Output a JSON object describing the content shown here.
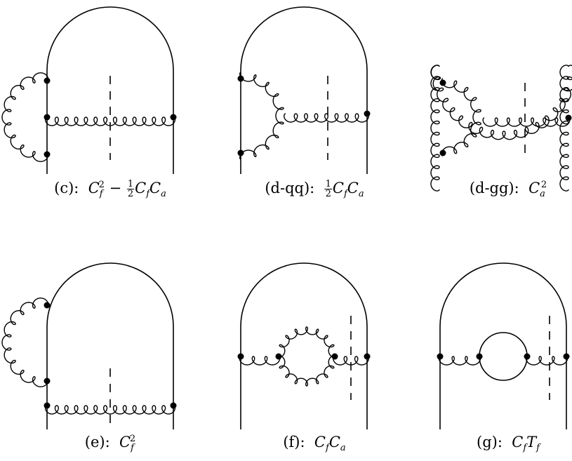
{
  "panels": [
    {
      "id": "c",
      "label": "(c):",
      "factor": "C_f^2 − ½ C_f C_a"
    },
    {
      "id": "d-qq",
      "label": "(d-qq):",
      "factor": "½ C_f C_a"
    },
    {
      "id": "d-gg",
      "label": "(d-gg):",
      "factor": "C_a^2"
    },
    {
      "id": "e",
      "label": "(e):",
      "factor": "C_f^2"
    },
    {
      "id": "f",
      "label": "(f):",
      "factor": "C_f C_a"
    },
    {
      "id": "g",
      "label": "(g):",
      "factor": "C_f T_f"
    }
  ],
  "captions": {
    "c_label": "(c):",
    "dqq_label": "(d-qq):",
    "dgg_label": "(d-gg):",
    "e_label": "(e):",
    "f_label": "(f):",
    "g_label": "(g):"
  },
  "symbols": {
    "C": "C",
    "T": "T",
    "f": "f",
    "a": "a",
    "two": "2",
    "one": "1",
    "minus": "−"
  }
}
